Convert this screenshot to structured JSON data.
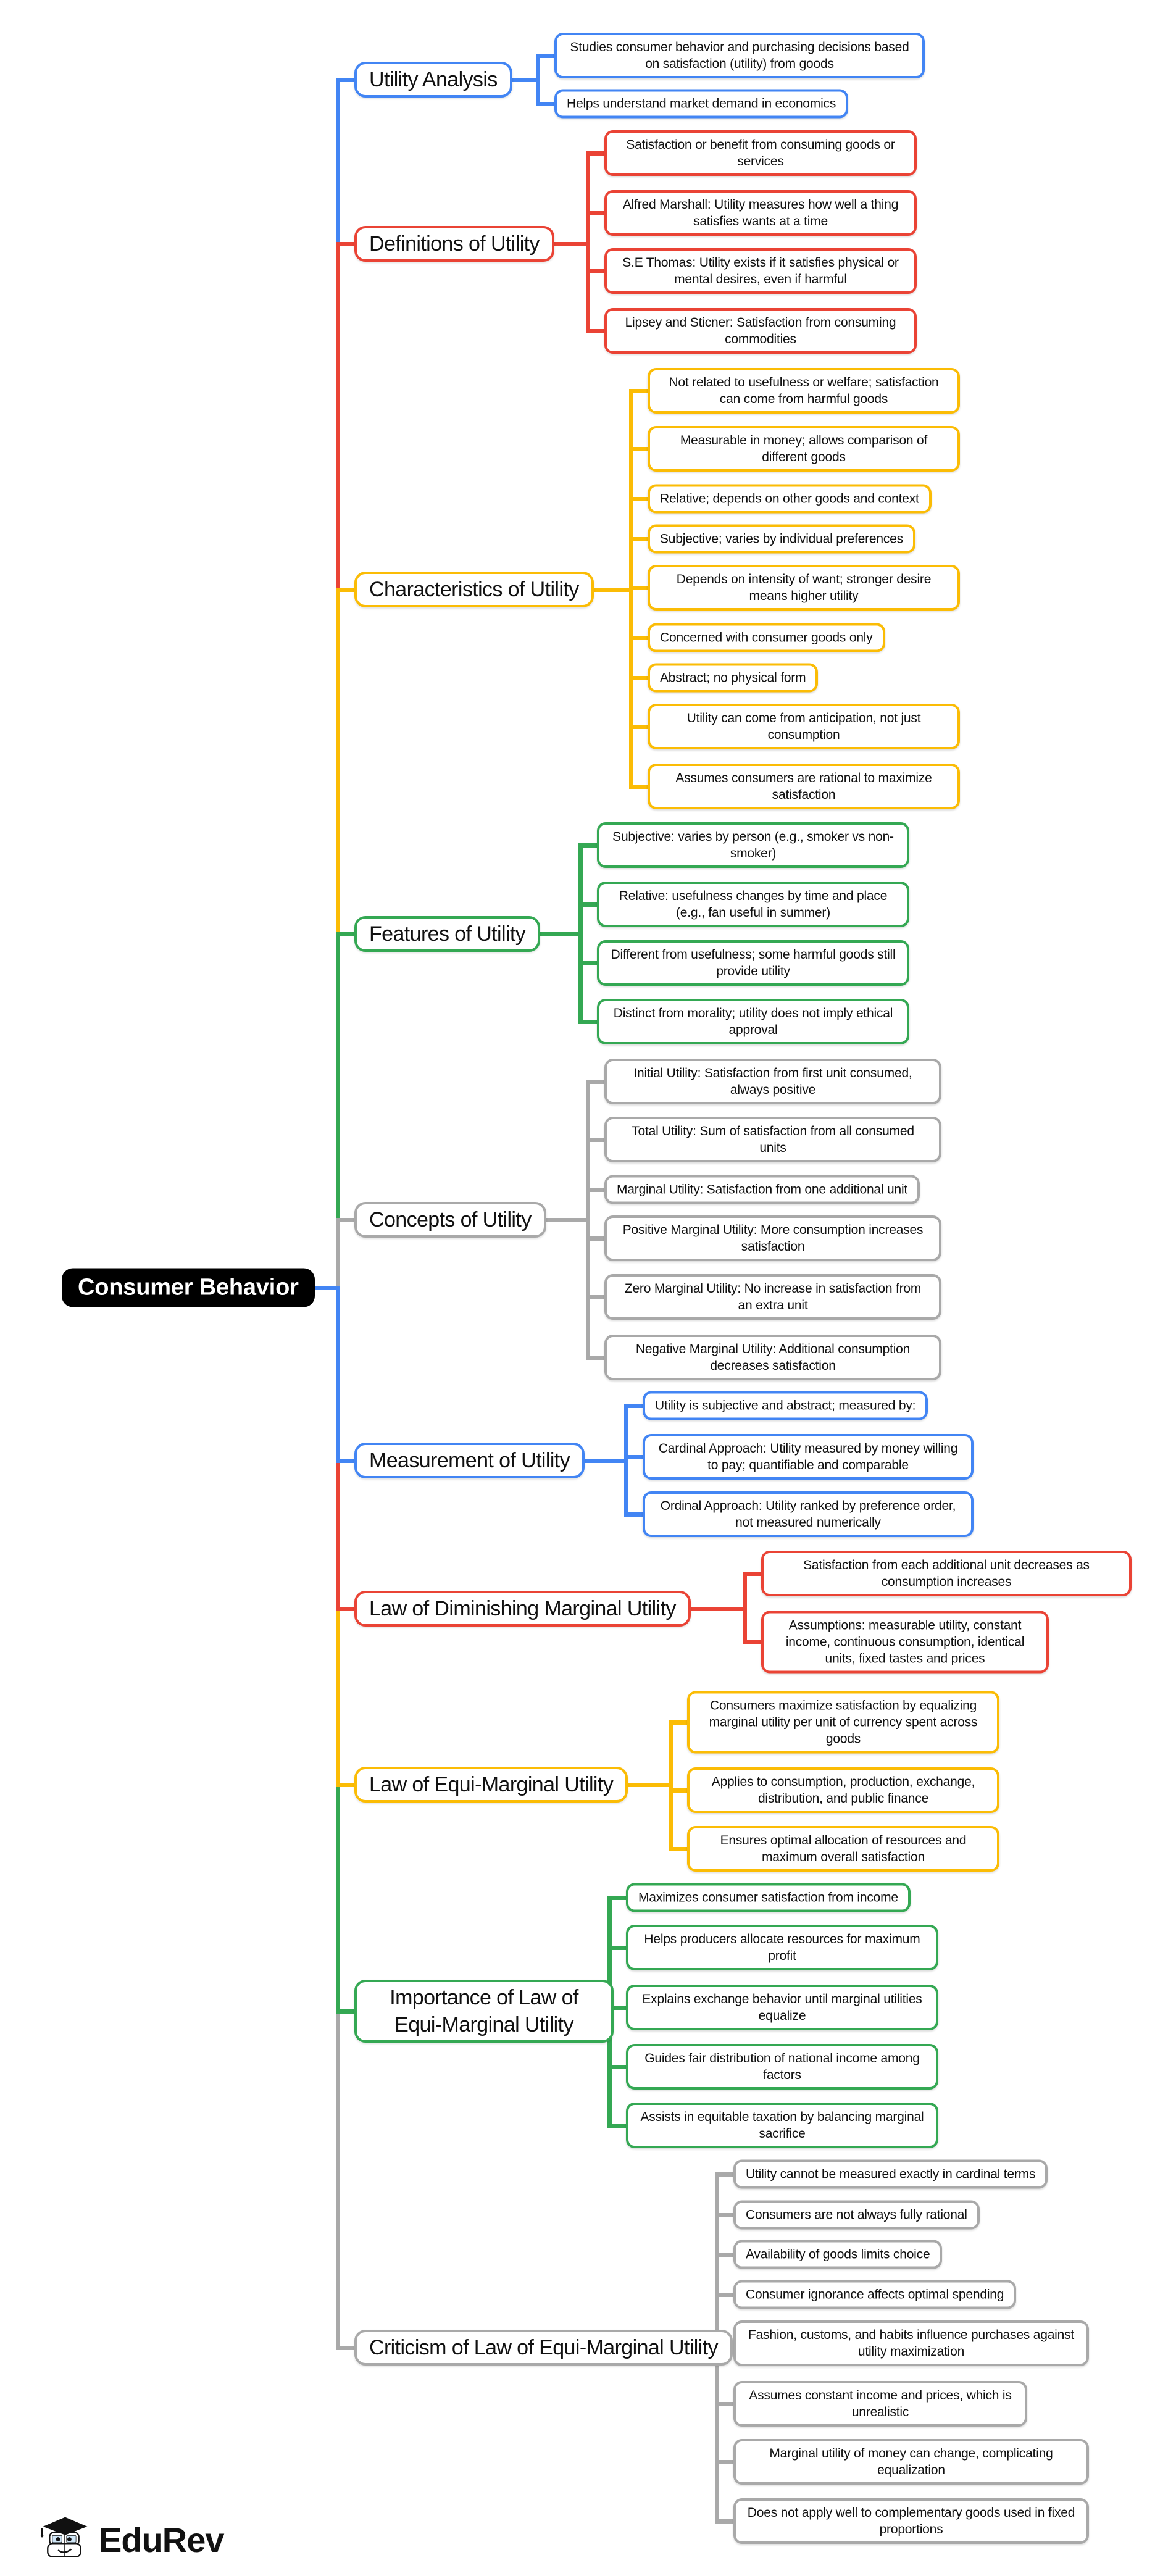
{
  "root": {
    "label": "Consumer Behavior",
    "bg": "#000000",
    "text_color": "#ffffff"
  },
  "branches": [
    {
      "label": "Utility Analysis",
      "color": "#4285F4",
      "children": [
        "Studies consumer behavior and purchasing decisions based on satisfaction (utility) from goods",
        "Helps understand market demand in economics"
      ]
    },
    {
      "label": "Definitions of Utility",
      "color": "#EA4335",
      "children": [
        "Satisfaction or benefit from consuming goods or services",
        "Alfred Marshall: Utility measures how well a thing satisfies wants at a time",
        "S.E Thomas: Utility exists if it satisfies physical or mental desires, even if harmful",
        "Lipsey and Sticner: Satisfaction from consuming commodities"
      ]
    },
    {
      "label": "Characteristics of Utility",
      "color": "#FBBC05",
      "children": [
        "Not related to usefulness or welfare; satisfaction can come from harmful goods",
        "Measurable in money; allows comparison of different goods",
        "Relative; depends on other goods and context",
        "Subjective; varies by individual preferences",
        "Depends on intensity of want; stronger desire means higher utility",
        "Concerned with consumer goods only",
        "Abstract; no physical form",
        "Utility can come from anticipation, not just consumption",
        "Assumes consumers are rational to maximize satisfaction"
      ]
    },
    {
      "label": "Features of Utility",
      "color": "#34A853",
      "children": [
        "Subjective: varies by person (e.g., smoker vs non-smoker)",
        "Relative: usefulness changes by time and place (e.g., fan useful in summer)",
        "Different from usefulness; some harmful goods still provide utility",
        "Distinct from morality; utility does not imply ethical approval"
      ]
    },
    {
      "label": "Concepts of Utility",
      "color": "#A9A9A9",
      "children": [
        "Initial Utility: Satisfaction from first unit consumed, always positive",
        "Total Utility: Sum of satisfaction from all consumed units",
        "Marginal Utility: Satisfaction from one additional unit",
        "Positive Marginal Utility: More consumption increases satisfaction",
        "Zero Marginal Utility: No increase in satisfaction from an extra unit",
        "Negative Marginal Utility: Additional consumption decreases satisfaction"
      ]
    },
    {
      "label": "Measurement of Utility",
      "color": "#4285F4",
      "children": [
        "Utility is subjective and abstract; measured by:",
        "Cardinal Approach: Utility measured by money willing to pay; quantifiable and comparable",
        "Ordinal Approach: Utility ranked by preference order, not measured numerically"
      ]
    },
    {
      "label": "Law of Diminishing Marginal Utility",
      "color": "#EA4335",
      "children": [
        "Satisfaction from each additional unit decreases as consumption increases",
        "Assumptions: measurable utility, constant income, continuous consumption, identical units, fixed tastes and prices"
      ]
    },
    {
      "label": "Law of Equi-Marginal Utility",
      "color": "#FBBC05",
      "children": [
        "Consumers maximize satisfaction by equalizing marginal utility per unit of currency spent across goods",
        "Applies to consumption, production, exchange, distribution, and public finance",
        "Ensures optimal allocation of resources and maximum overall satisfaction"
      ]
    },
    {
      "label": "Importance of Law of Equi-Marginal Utility",
      "color": "#34A853",
      "children": [
        "Maximizes consumer satisfaction from income",
        "Helps producers allocate resources for maximum profit",
        "Explains exchange behavior until marginal utilities equalize",
        "Guides fair distribution of national income among factors",
        "Assists in equitable taxation by balancing marginal sacrifice"
      ]
    },
    {
      "label": "Criticism of Law of Equi-Marginal Utility",
      "color": "#A9A9A9",
      "children": [
        "Utility cannot be measured exactly in cardinal terms",
        "Consumers are not always fully rational",
        "Availability of goods limits choice",
        "Consumer ignorance affects optimal spending",
        "Fashion, customs, and habits influence purchases against utility maximization",
        "Assumes constant income and prices, which is unrealistic",
        "Marginal utility of money can change, complicating equalization",
        "Does not apply well to complementary goods used in fixed proportions"
      ]
    }
  ],
  "logo": {
    "text": "EduRev"
  }
}
